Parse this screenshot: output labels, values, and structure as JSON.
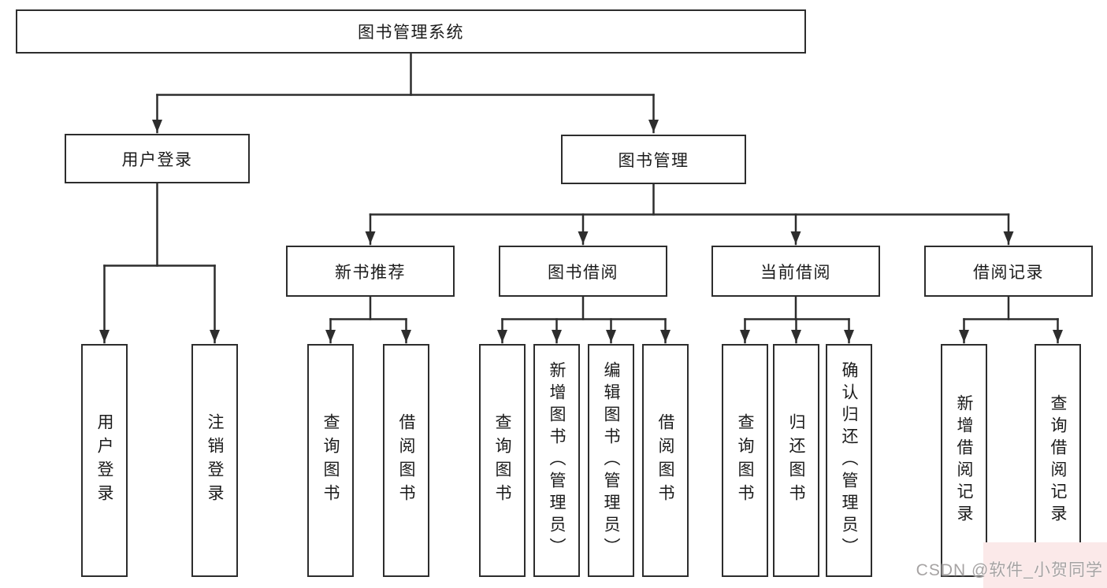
{
  "tree": {
    "root": {
      "label": "图书管理系统",
      "children": [
        {
          "label": "用户登录",
          "children": [
            {
              "label": "用户登录"
            },
            {
              "label": "注销登录"
            }
          ]
        },
        {
          "label": "图书管理",
          "children": [
            {
              "label": "新书推荐",
              "children": [
                {
                  "label": "查询图书"
                },
                {
                  "label": "借阅图书"
                }
              ]
            },
            {
              "label": "图书借阅",
              "children": [
                {
                  "label": "查询图书"
                },
                {
                  "label": "新增图书（管理员）"
                },
                {
                  "label": "编辑图书（管理员）"
                },
                {
                  "label": "借阅图书"
                }
              ]
            },
            {
              "label": "当前借阅",
              "children": [
                {
                  "label": "查询图书"
                },
                {
                  "label": "归还图书"
                },
                {
                  "label": "确认归还（管理员）"
                }
              ]
            },
            {
              "label": "借阅记录",
              "children": [
                {
                  "label": "新增借阅记录"
                },
                {
                  "label": "查询借阅记录"
                }
              ]
            }
          ]
        }
      ]
    }
  },
  "watermark": {
    "text": "CSDN @软件_小贺同学"
  },
  "colors": {
    "line": "#2d2d2d",
    "box_border": "#2d2d2d",
    "box_background": "#ffffff",
    "text": "#1b1b1b",
    "watermark_text": "#a6a3a3",
    "watermark_background": "#fbe9e9"
  }
}
